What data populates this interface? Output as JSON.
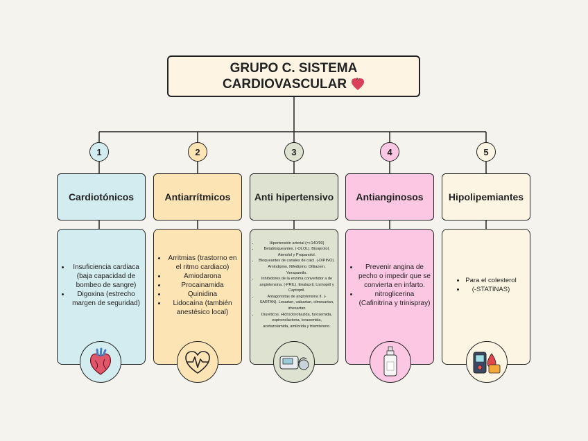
{
  "title": {
    "line1": "GRUPO C. SISTEMA",
    "line2": "CARDIOVASCULAR"
  },
  "groups": [
    {
      "number": "1",
      "heading": "Cardiotónicos",
      "items": [
        "Insuficiencia cardiaca (baja capacidad de bombeo de sangre)",
        "Digoxina (estrecho margen de seguridad)"
      ],
      "icon": "anatomical-heart-icon",
      "color": "#d3ecef"
    },
    {
      "number": "2",
      "heading": "Antiarrítmicos",
      "items": [
        "Arritmias (trastorno en el ritmo cardiaco)",
        "Amiodarona",
        "Procainamida",
        "Quinidina",
        "Lidocaína (también anestésico local)"
      ],
      "icon": "heartbeat-icon",
      "color": "#fde4b5"
    },
    {
      "number": "3",
      "heading": "Anti hipertensivo",
      "items": [
        "Hipertensión arterial (=+140/90)",
        "Betabloqueantes. (-OLOL). Bisoprolol, Atenolol y Propanolol.",
        "Bloqueantes de canales de calci. (-DIPINO). Amlodipino, Nifedipino. Diltiazem, Verapamilo.",
        "Inhibidores de la enzima convertidor a de angiotensina. (-PRIL). Enalapril, Lisinopril y Captopril.",
        "Antagonistas de angiotensina II. (-SARTAN). Losartan, valsartan, olmesartan, irbesartan",
        "Diuréticos. Hidroclorotiazida, furosemida, espironolactona, torasemida, acetazolamida, amilorida y triamtereno."
      ],
      "icon": "blood-pressure-monitor-icon",
      "color": "#dde3d0"
    },
    {
      "number": "4",
      "heading": "Antianginosos",
      "items": [
        "Prevenir angina de pecho o impedir que se convierta en infarto.",
        "nitroglicerina (Cafinitrina y trinispray)"
      ],
      "icon": "spray-bottle-icon",
      "color": "#fbc7e2"
    },
    {
      "number": "5",
      "heading": "Hipolipemiantes",
      "items": [
        "Para el colesterol",
        "(-STATINAS)"
      ],
      "icon": "cholesterol-meter-icon",
      "color": "#fdf5e3"
    }
  ],
  "colors": {
    "background": "#f5f3ee",
    "border": "#222222",
    "title_bg": "#fdf4e3"
  }
}
